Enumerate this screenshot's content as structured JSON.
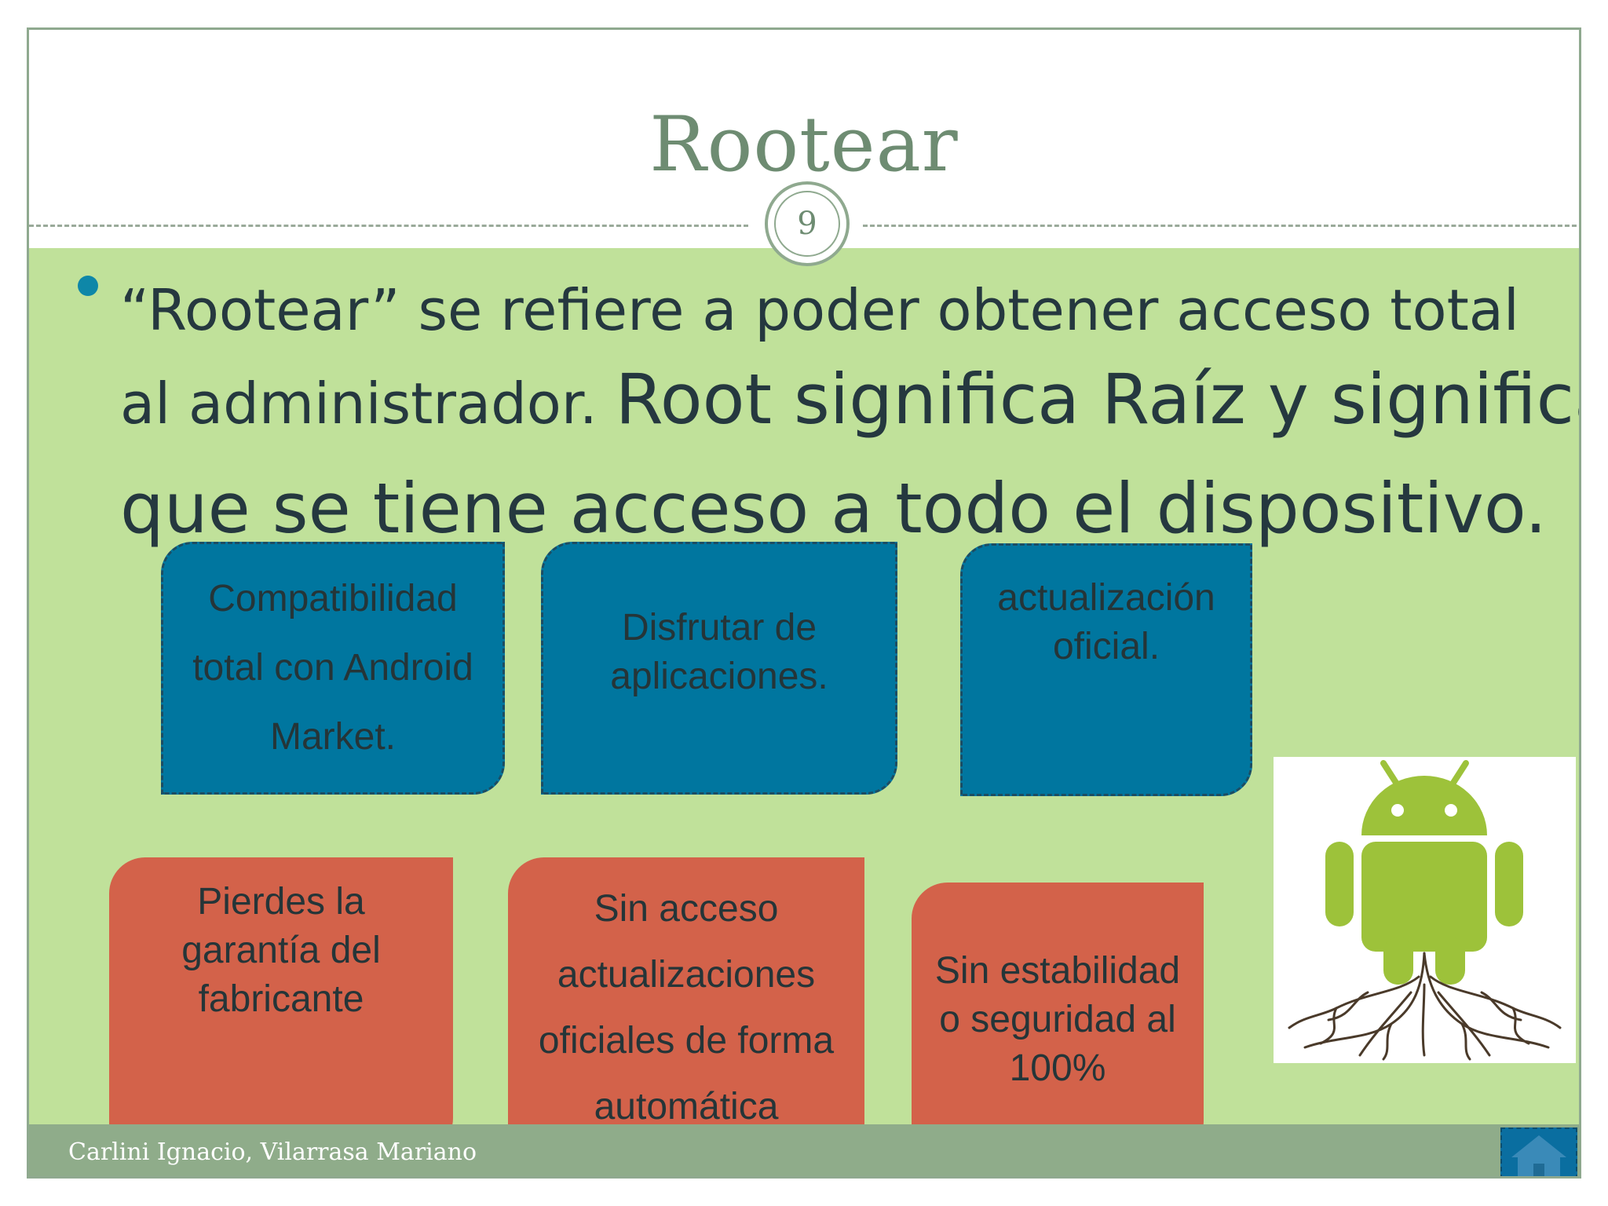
{
  "slide": {
    "title": "Rootear",
    "page_number": "9",
    "body": {
      "line1": "“Rootear” se refiere a poder obtener acceso total",
      "line2a": "al administrador. ",
      "line2b": "Root significa Raíz y significa",
      "line3": "que se tiene acceso a todo el dispositivo."
    },
    "advantages": [
      "Compatibilidad total con Android Market.",
      "Disfrutar de aplicaciones.",
      "actualización oficial."
    ],
    "disadvantages": [
      "Pierdes la garantía del fabricante",
      "Sin acceso actualizaciones oficiales de forma automática",
      "Sin estabilidad o seguridad al 100%"
    ],
    "footer": "Carlini Ignacio, Vilarrasa Mariano"
  },
  "colors": {
    "background_green": "#c0e19a",
    "advantage_blue": "#00769f",
    "disadvantage_red": "#d3624a",
    "title_green": "#6e8c72",
    "footer_bar": "#8fac8a",
    "android_green": "#9dc23a"
  },
  "icons": [
    "android-roots-image",
    "home-icon",
    "bullet-icon"
  ]
}
